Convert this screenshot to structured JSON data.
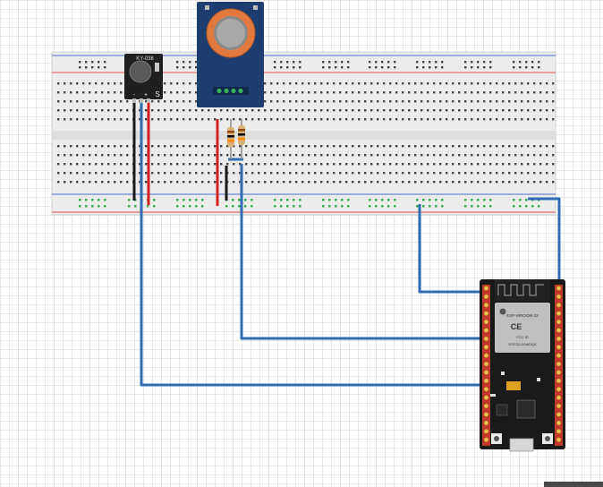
{
  "sound_sensor": {
    "label_top": "KY-038",
    "pin_labels": [
      "-",
      "+",
      "S"
    ]
  },
  "gas_sensor": {
    "name": "MQ gas sensor module",
    "pin_count": 4
  },
  "esp32": {
    "chip_texts": [
      "ESP-WROOM-32",
      "CE",
      "ESP32-D0WDQ6"
    ],
    "fcc_text": "FCC ID"
  },
  "colors": {
    "wire_blue": "#2e6db4",
    "wire_red": "#d42020",
    "wire_black": "#1a1a1a",
    "breadboard": "#ececec",
    "rail_red": "#d9534f",
    "rail_blue": "#4a72c8",
    "gas_board": "#1d3d6e",
    "gas_ring": "#e27a3f",
    "esp_board": "#1a1a1a",
    "esp_header": "#c0392b"
  }
}
